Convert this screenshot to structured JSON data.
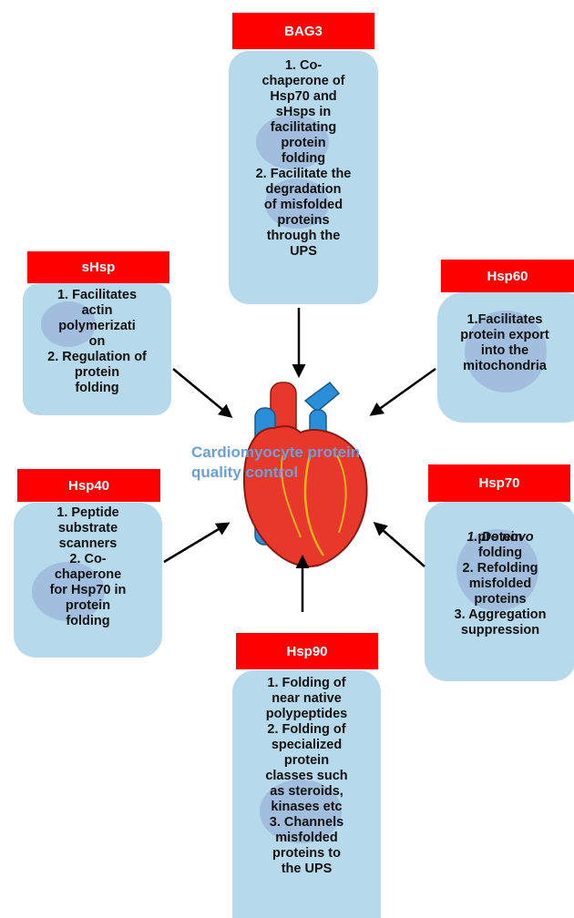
{
  "center": {
    "line1": "Cardiomyocyte protein",
    "line2": "quality control"
  },
  "boxes": {
    "bag3": {
      "title": "BAG3",
      "text": "1.  Co-\nchaperone of\nHsp70 and\nsHsps in\nfacilitating\nprotein\nfolding\n2.  Facilitate the\ndegradation\nof misfolded\nproteins\nthrough the\nUPS"
    },
    "shsp": {
      "title": "sHsp",
      "text": "1.  Facilitates\nactin\npolymerizati\non\n2.  Regulation of\nprotein\nfolding"
    },
    "hsp60": {
      "title": "Hsp60",
      "text": "1.Facilitates\nprotein export\ninto the\nmitochondria"
    },
    "hsp40": {
      "title": "Hsp40",
      "text": "1.  Peptide\nsubstrate\nscanners\n2.  Co-\nchaperone\nfor Hsp70 in\nprotein\nfolding"
    },
    "hsp70": {
      "title": "Hsp70",
      "item1_num": "1.",
      "item1_em": "De novo",
      "text": "protein\nfolding\n2.  Refolding\nmisfolded\nproteins\n3.  Aggregation\nsuppression"
    },
    "hsp90": {
      "title": "Hsp90",
      "text": "1.  Folding of\nnear native\npolypeptides\n2.  Folding of\nspecialized\nprotein\nclasses such\nas steroids,\nkinases etc\n3.  Channels\nmisfolded\nproteins to\nthe UPS"
    }
  },
  "colors": {
    "title_bg": "#ff0000",
    "box_bg": "#b7d9ec",
    "center_text": "#6aa0d8",
    "heart": "#e8382c"
  }
}
